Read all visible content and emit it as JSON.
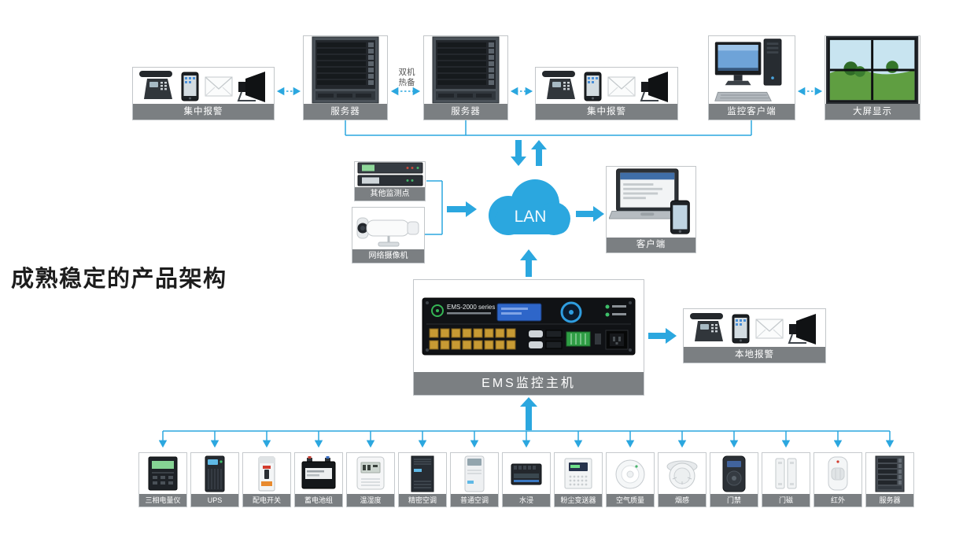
{
  "title": "成熟稳定的产品架构",
  "colors": {
    "accent_blue": "#2ba7df",
    "label_bar_gray": "#7b7f82",
    "lan_cloud_blue": "#2ba7df"
  },
  "nodes": {
    "central_alarm_left": "集中报警",
    "server_top_left": "服务器",
    "ha_link": "双机热备",
    "server_top_right": "服务器",
    "central_alarm_right": "集中报警",
    "monitor_client": "监控客户端",
    "big_screen": "大屏显示",
    "other_monitor_points": "其他监测点",
    "network_camera": "网络摄像机",
    "lan": "LAN",
    "client": "客户端",
    "ems_host": "EMS监控主机",
    "ems_model": "EMS-2000 series",
    "local_alarm": "本地报警"
  },
  "bottom_devices": [
    {
      "label": "三相电量仪",
      "icon": "three-phase-power-meter-icon"
    },
    {
      "label": "UPS",
      "icon": "ups-icon"
    },
    {
      "label": "配电开关",
      "icon": "distribution-switch-icon"
    },
    {
      "label": "蓄电池组",
      "icon": "battery-pack-icon"
    },
    {
      "label": "温湿度",
      "icon": "temperature-humidity-icon"
    },
    {
      "label": "精密空调",
      "icon": "precision-air-conditioner-icon"
    },
    {
      "label": "普通空调",
      "icon": "standard-air-conditioner-icon"
    },
    {
      "label": "水浸",
      "icon": "water-leak-sensor-icon"
    },
    {
      "label": "粉尘变送器",
      "icon": "dust-transmitter-icon"
    },
    {
      "label": "空气质量",
      "icon": "air-quality-sensor-icon"
    },
    {
      "label": "烟感",
      "icon": "smoke-detector-icon"
    },
    {
      "label": "门禁",
      "icon": "access-control-icon"
    },
    {
      "label": "门磁",
      "icon": "door-magnetic-sensor-icon"
    },
    {
      "label": "红外",
      "icon": "infrared-sensor-icon"
    },
    {
      "label": "服务器",
      "icon": "server-icon"
    }
  ]
}
